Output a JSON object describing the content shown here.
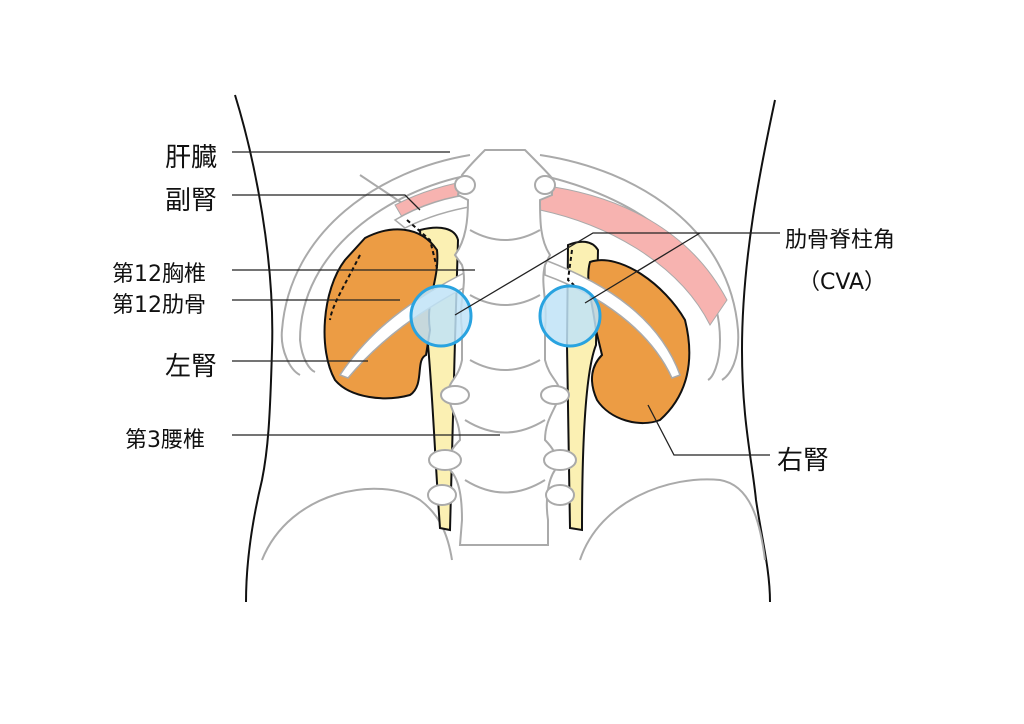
{
  "labels": {
    "liver": "肝臓",
    "adrenal": "副腎",
    "t12": "第12胸椎",
    "rib12": "第12肋骨",
    "left_kidney": "左腎",
    "l3": "第3腰椎",
    "cva": "肋骨脊柱角",
    "cva_abbr": "（CVA）",
    "right_kidney": "右腎"
  },
  "colors": {
    "kidney": "#ec9c44",
    "muscle": "#f7b3b0",
    "psoas": "#fbf0b3",
    "cva_fill": "#bfe3f7",
    "cva_stroke": "#29a3e0",
    "bone_stroke": "#a8a8a8"
  }
}
